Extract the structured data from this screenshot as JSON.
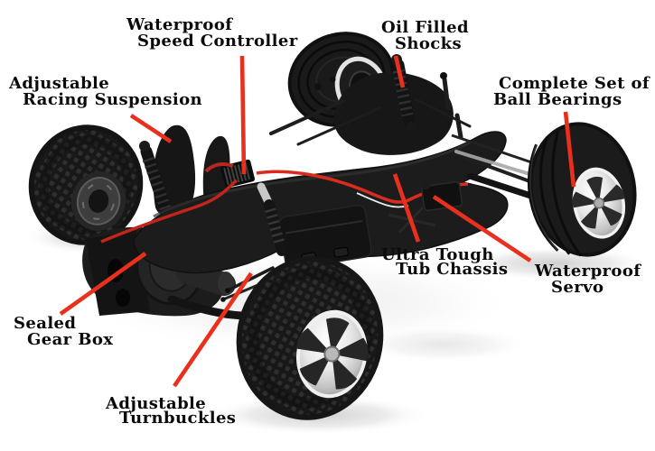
{
  "figure": {
    "kind": "annotated-product-diagram",
    "subject_icon": "rc-truck-chassis-photo",
    "background": "#ffffff"
  },
  "colors": {
    "callout_line": "#e8301c",
    "label_text": "#0b0b0b",
    "tire_black": "#1b1b1b",
    "chassis_black": "#1c1c1c",
    "chrome_rim": "#dcdcdc",
    "wiring_red": "#d92c1e",
    "wheel_ring_white": "#e3e3e3"
  },
  "labels": [
    {
      "id": "speed-controller",
      "line1": "Waterproof",
      "line2": "Speed Controller",
      "target": "esc-heatsink"
    },
    {
      "id": "shocks",
      "line1": "Oil Filled",
      "line2": "Shocks",
      "target": "rear-shock-absorber"
    },
    {
      "id": "suspension",
      "line1": "Adjustable",
      "line2": "Racing Suspension",
      "target": "rear-shock-tower"
    },
    {
      "id": "ball-bearings",
      "line1": "Complete Set of",
      "line2": "Ball Bearings",
      "target": "front-wheel-hub"
    },
    {
      "id": "tub-chassis",
      "line1": "Ultra Tough",
      "line2": "Tub Chassis",
      "target": "chassis-tub"
    },
    {
      "id": "servo",
      "line1": "Waterproof",
      "line2": "Servo",
      "target": "steering-servo"
    },
    {
      "id": "gear-box",
      "line1": "Sealed",
      "line2": "Gear Box",
      "target": "gear-box-housing"
    },
    {
      "id": "turnbuckles",
      "line1": "Adjustable",
      "line2": "Turnbuckles",
      "target": "steering-turnbuckles"
    }
  ]
}
